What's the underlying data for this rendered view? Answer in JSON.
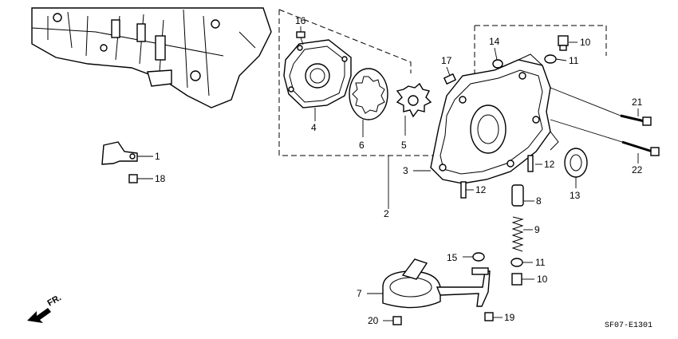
{
  "callouts": {
    "c1": "1",
    "c2": "2",
    "c3": "3",
    "c4": "4",
    "c5": "5",
    "c6": "6",
    "c7": "7",
    "c8": "8",
    "c9": "9",
    "c10a": "10",
    "c10b": "10",
    "c11a": "11",
    "c11b": "11",
    "c12a": "12",
    "c12b": "12",
    "c13": "13",
    "c14": "14",
    "c15": "15",
    "c16": "16",
    "c17": "17",
    "c18": "18",
    "c19": "19",
    "c20": "20",
    "c21": "21",
    "c22": "22"
  },
  "direction_label": "FR.",
  "diagram_code": "SF07-E1301"
}
